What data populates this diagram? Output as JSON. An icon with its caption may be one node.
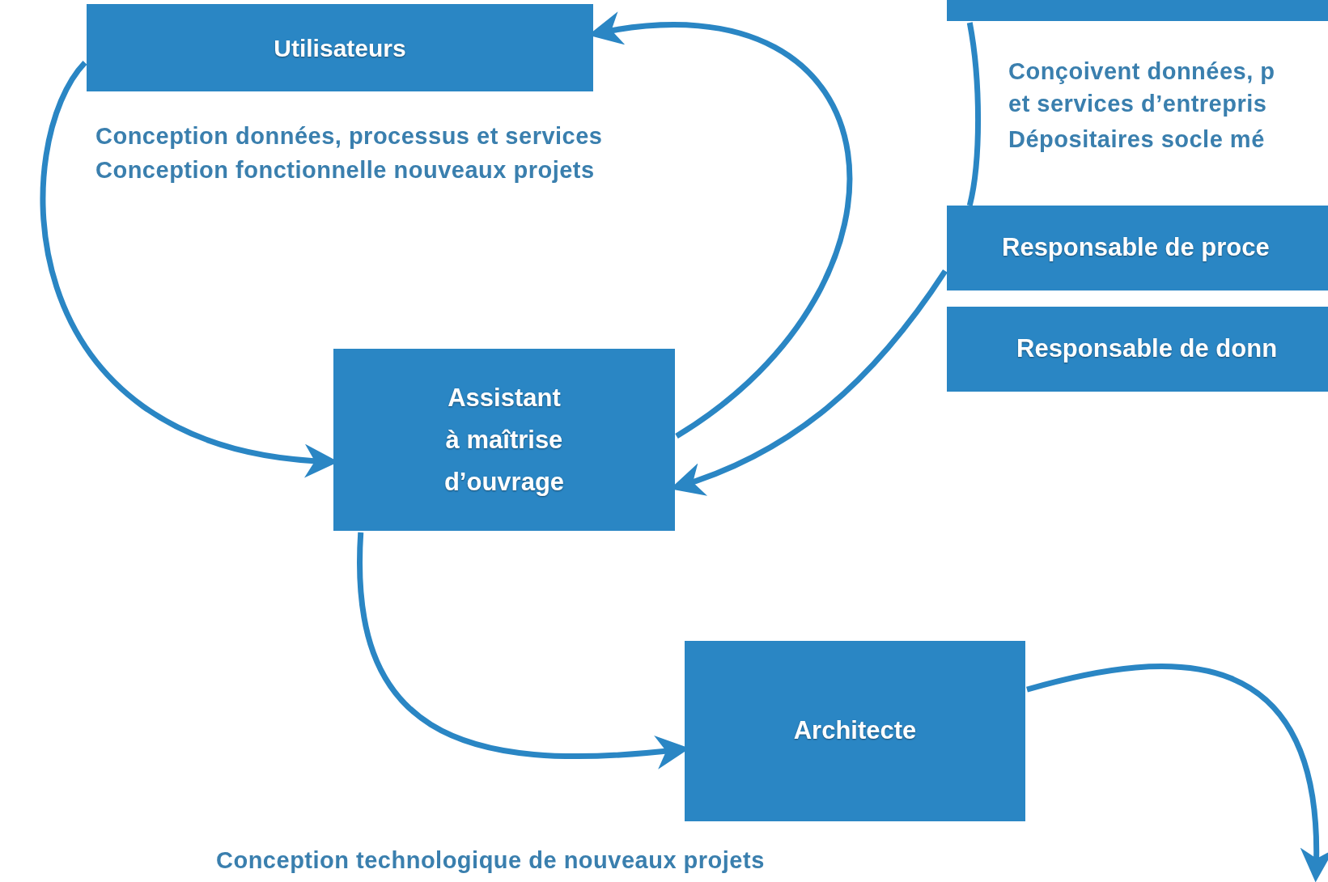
{
  "diagram": {
    "nodes": [
      {
        "text": [
          "Utilisateurs"
        ],
        "beside": [
          "Conception données, processus et services",
          "Conception fonctionnelle nouveaux projets"
        ]
      },
      {
        "text": [],
        "shape": "box",
        "beside": [
          "Conçoivent données, p et services d’entrepris",
          "Dépositaires socle mé"
        ]
      },
      {
        "text": [
          "Responsable de proce"
        ]
      },
      {
        "text": [
          "Responsable de donn"
        ]
      },
      {
        "text": [
          "Assistant à maîtrise d’ouvrage"
        ]
      },
      {
        "text": [
          "Architecte"
        ],
        "beside": [
          "Conception technologique de nouveaux projets"
        ]
      }
    ],
    "edges": [
      {
        "from": 0,
        "to": 4,
        "arrow": "to"
      },
      {
        "from": 4,
        "to": 0,
        "arrow": "to"
      },
      {
        "from": 1,
        "to": 2,
        "arrow": "none"
      },
      {
        "from": 2,
        "to": 4,
        "arrow": "to"
      },
      {
        "from": 4,
        "to": 5,
        "arrow": "to"
      },
      {
        "from": 5,
        "to": null,
        "arrow": "to"
      }
    ]
  }
}
